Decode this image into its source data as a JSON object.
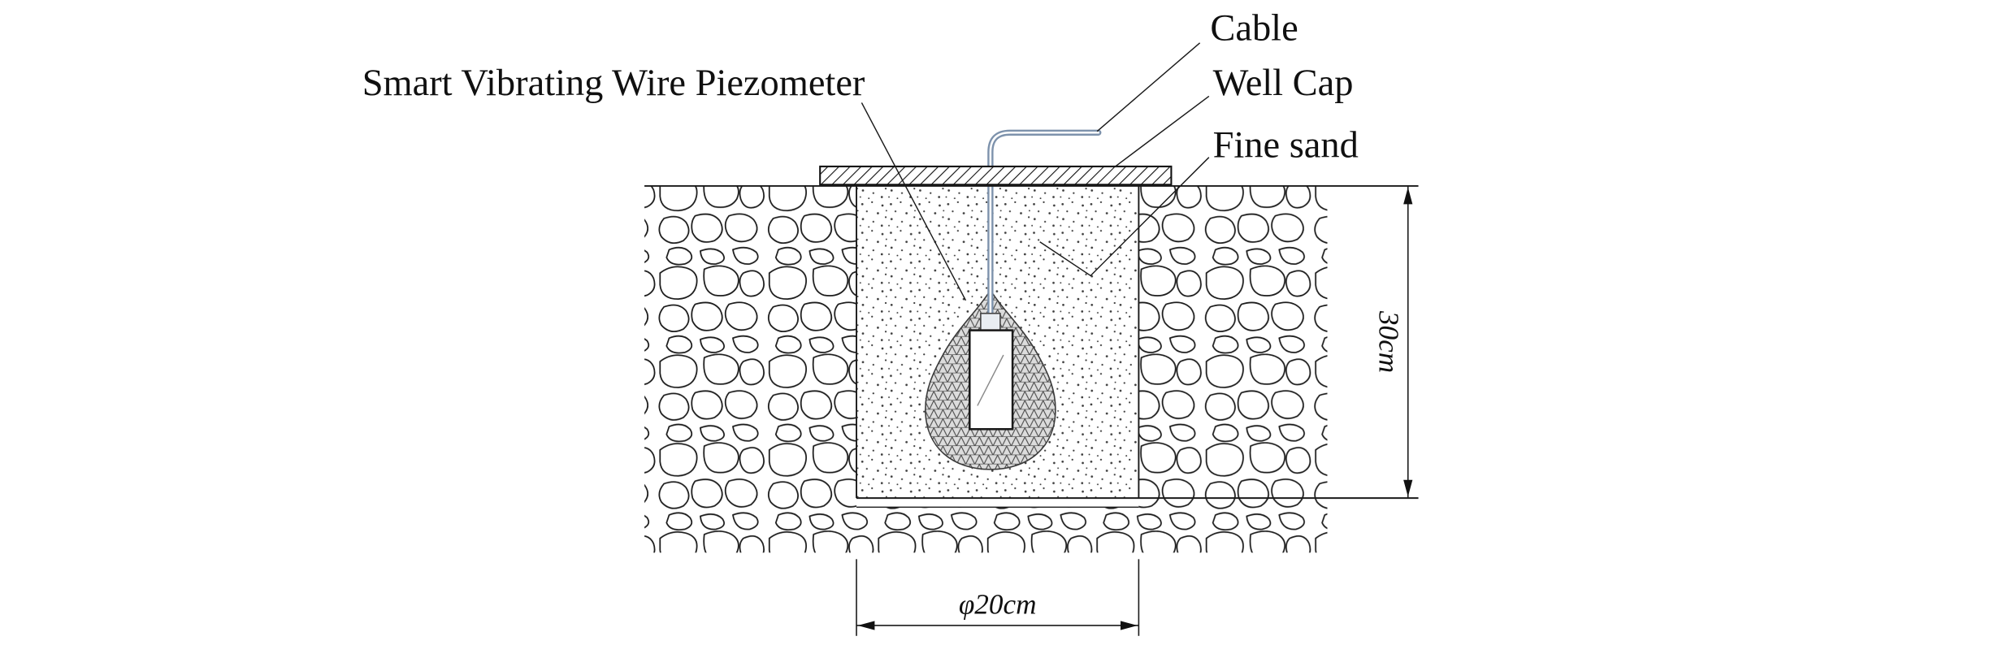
{
  "figure": {
    "type": "installation-cross-section",
    "description": "Borehole installation diagram of a smart vibrating wire piezometer",
    "labels": {
      "piezometer": "Smart Vibrating Wire Piezometer",
      "cable": "Cable",
      "well_cap": "Well Cap",
      "fine_sand": "Fine sand"
    },
    "dimensions": {
      "borehole_depth": "30cm",
      "borehole_diameter": "φ20cm"
    },
    "colors": {
      "line": "#1a1a1a",
      "cable": "#7d92ac",
      "background": "#ffffff"
    }
  }
}
